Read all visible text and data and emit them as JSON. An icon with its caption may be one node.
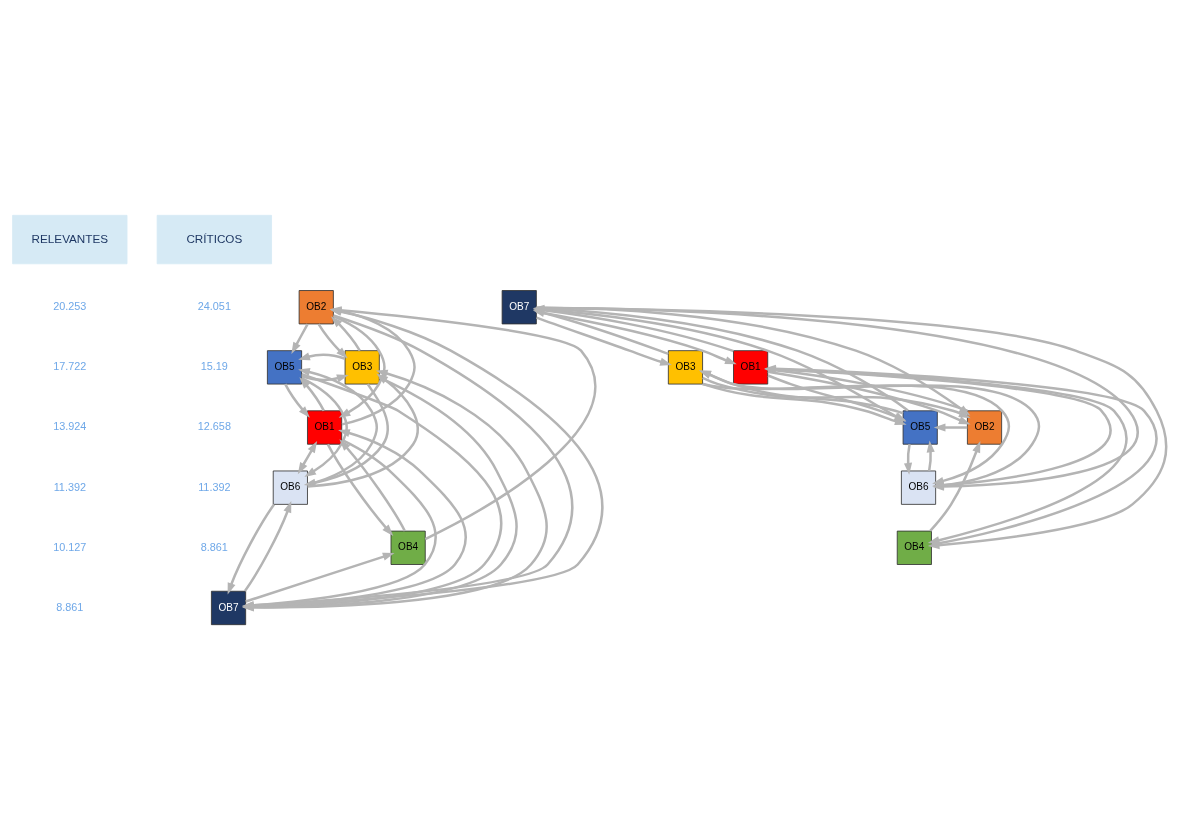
{
  "diagram": {
    "nodes": [
      {
        "text": [
          "RELEVANTES"
        ]
      },
      {
        "text": [
          "CRÍTICOS"
        ]
      },
      {
        "text": [
          "OB2"
        ]
      },
      {
        "text": [
          "OB5"
        ]
      },
      {
        "text": [
          "OB3"
        ]
      },
      {
        "text": [
          "OB1"
        ]
      },
      {
        "text": [
          "OB6"
        ]
      },
      {
        "text": [
          "OB4"
        ]
      },
      {
        "text": [
          "OB7"
        ]
      },
      {
        "text": [
          "OB7"
        ]
      },
      {
        "text": [
          "OB3"
        ]
      },
      {
        "text": [
          "OB1"
        ]
      },
      {
        "text": [
          "OB5"
        ]
      },
      {
        "text": [
          "OB2"
        ]
      },
      {
        "text": [
          "OB6"
        ]
      },
      {
        "text": [
          "OB4"
        ]
      }
    ],
    "edges": [
      {
        "from": 8,
        "to": 2,
        "arrow": "to"
      },
      {
        "from": 7,
        "to": 2,
        "arrow": "to"
      },
      {
        "from": 2,
        "to": 3,
        "arrow": "to"
      },
      {
        "from": 2,
        "to": 4,
        "arrow": "to"
      },
      {
        "from": 4,
        "to": 2,
        "arrow": "to"
      },
      {
        "from": 3,
        "to": 4,
        "arrow": "to"
      },
      {
        "from": 4,
        "to": 3,
        "arrow": "to"
      },
      {
        "from": 2,
        "to": 5,
        "arrow": "to"
      },
      {
        "from": 5,
        "to": 2,
        "arrow": "to"
      },
      {
        "from": 3,
        "to": 5,
        "arrow": "to"
      },
      {
        "from": 5,
        "to": 3,
        "arrow": "to"
      },
      {
        "from": 3,
        "to": 8,
        "arrow": "to"
      },
      {
        "from": 3,
        "to": 6,
        "arrow": "to"
      },
      {
        "from": 6,
        "to": 3,
        "arrow": "to"
      },
      {
        "from": 6,
        "to": 4,
        "arrow": "to"
      },
      {
        "from": 4,
        "to": 6,
        "arrow": "to"
      },
      {
        "from": 5,
        "to": 6,
        "arrow": "both"
      },
      {
        "from": 7,
        "to": 5,
        "arrow": "to"
      },
      {
        "from": 5,
        "to": 7,
        "arrow": "to"
      },
      {
        "from": 8,
        "to": 7,
        "arrow": "to"
      },
      {
        "from": 5,
        "to": 8,
        "arrow": "to"
      },
      {
        "from": 8,
        "to": 5,
        "arrow": "to"
      },
      {
        "from": 6,
        "to": 8,
        "arrow": "to"
      },
      {
        "from": 8,
        "to": 6,
        "arrow": "to"
      },
      {
        "from": 4,
        "to": 8,
        "arrow": "to"
      },
      {
        "from": 8,
        "to": 4,
        "arrow": "to"
      },
      {
        "from": 2,
        "to": 8,
        "arrow": "to"
      },
      {
        "from": 9,
        "to": 10,
        "arrow": "to"
      },
      {
        "from": 10,
        "to": 9,
        "arrow": "to"
      },
      {
        "from": 9,
        "to": 12,
        "arrow": "to"
      },
      {
        "from": 12,
        "to": 9,
        "arrow": "to"
      },
      {
        "from": 9,
        "to": 11,
        "arrow": "to"
      },
      {
        "from": 11,
        "to": 9,
        "arrow": "to"
      },
      {
        "from": 9,
        "to": 13,
        "arrow": "to"
      },
      {
        "from": 9,
        "to": 15,
        "arrow": "to"
      },
      {
        "from": 9,
        "to": 14,
        "arrow": "to"
      },
      {
        "from": 10,
        "to": 12,
        "arrow": "to"
      },
      {
        "from": 12,
        "to": 10,
        "arrow": "to"
      },
      {
        "from": 10,
        "to": 13,
        "arrow": "to"
      },
      {
        "from": 11,
        "to": 12,
        "arrow": "to"
      },
      {
        "from": 11,
        "to": 13,
        "arrow": "to"
      },
      {
        "from": 13,
        "to": 11,
        "arrow": "to"
      },
      {
        "from": 13,
        "to": 12,
        "arrow": "to"
      },
      {
        "from": 10,
        "to": 14,
        "arrow": "to"
      },
      {
        "from": 14,
        "to": 10,
        "arrow": "to"
      },
      {
        "from": 12,
        "to": 14,
        "arrow": "to"
      },
      {
        "from": 14,
        "to": 12,
        "arrow": "to"
      },
      {
        "from": 11,
        "to": 14,
        "arrow": "to"
      },
      {
        "from": 15,
        "to": 13,
        "arrow": "to"
      },
      {
        "from": 11,
        "to": 15,
        "arrow": "to"
      },
      {
        "from": 15,
        "to": 11,
        "arrow": "to"
      }
    ],
    "labels": [
      "20.253",
      "17.722",
      "13.924",
      "11.392",
      "10.127",
      "8.861",
      "24.051",
      "15.19",
      "12.658",
      "11.392",
      "8.861"
    ]
  }
}
